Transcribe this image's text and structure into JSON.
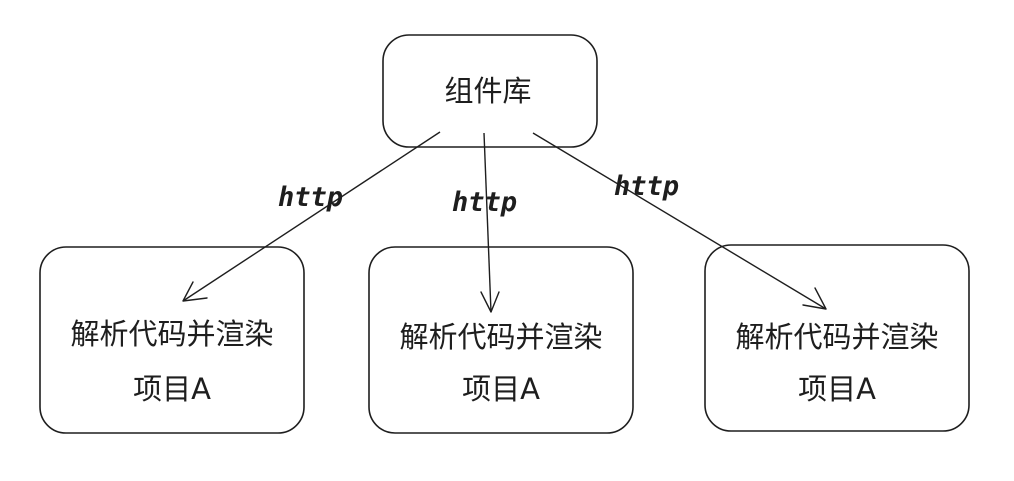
{
  "diagram": {
    "source": {
      "label": "组件库"
    },
    "targets": [
      {
        "line1": "解析代码并渲染",
        "line2": "项目A"
      },
      {
        "line1": "解析代码并渲染",
        "line2": "项目A"
      },
      {
        "line1": "解析代码并渲染",
        "line2": "项目A"
      }
    ],
    "edges": [
      {
        "label": "http"
      },
      {
        "label": "http"
      },
      {
        "label": "http"
      }
    ],
    "colors": {
      "stroke": "#1e1e1e",
      "background": "#ffffff"
    }
  }
}
